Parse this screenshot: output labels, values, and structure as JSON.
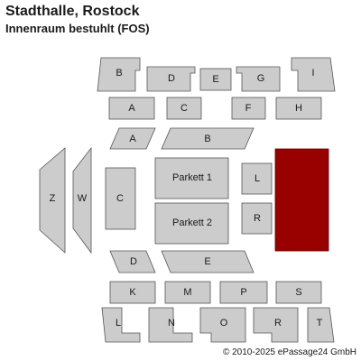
{
  "header": {
    "title": "Stadthalle, Rostock",
    "subtitle": "Innenraum bestuhlt (FOS)"
  },
  "colors": {
    "section_fill": "#cccccc",
    "section_stroke": "#555555",
    "stage_fill": "#990000"
  },
  "sections": {
    "upper_b": "B",
    "upper_d": "D",
    "upper_e": "E",
    "upper_g": "G",
    "upper_i": "I",
    "row2_a": "A",
    "row2_c": "C",
    "row2_f": "F",
    "row2_h": "H",
    "floor_a": "A",
    "floor_b": "B",
    "side_z": "Z",
    "side_w": "W",
    "side_c": "C",
    "parkett_1": "Parkett 1",
    "parkett_2": "Parkett 2",
    "side_l": "L",
    "side_r": "R",
    "floor_d": "D",
    "floor_e": "E",
    "lower_k": "K",
    "lower_m": "M",
    "lower_p": "P",
    "lower_s": "S",
    "bottom_l": "L",
    "bottom_n": "N",
    "bottom_o": "O",
    "bottom_r": "R",
    "bottom_t": "T"
  },
  "footer": {
    "copyright": "© 2010-2025 ePassage24 GmbH"
  }
}
